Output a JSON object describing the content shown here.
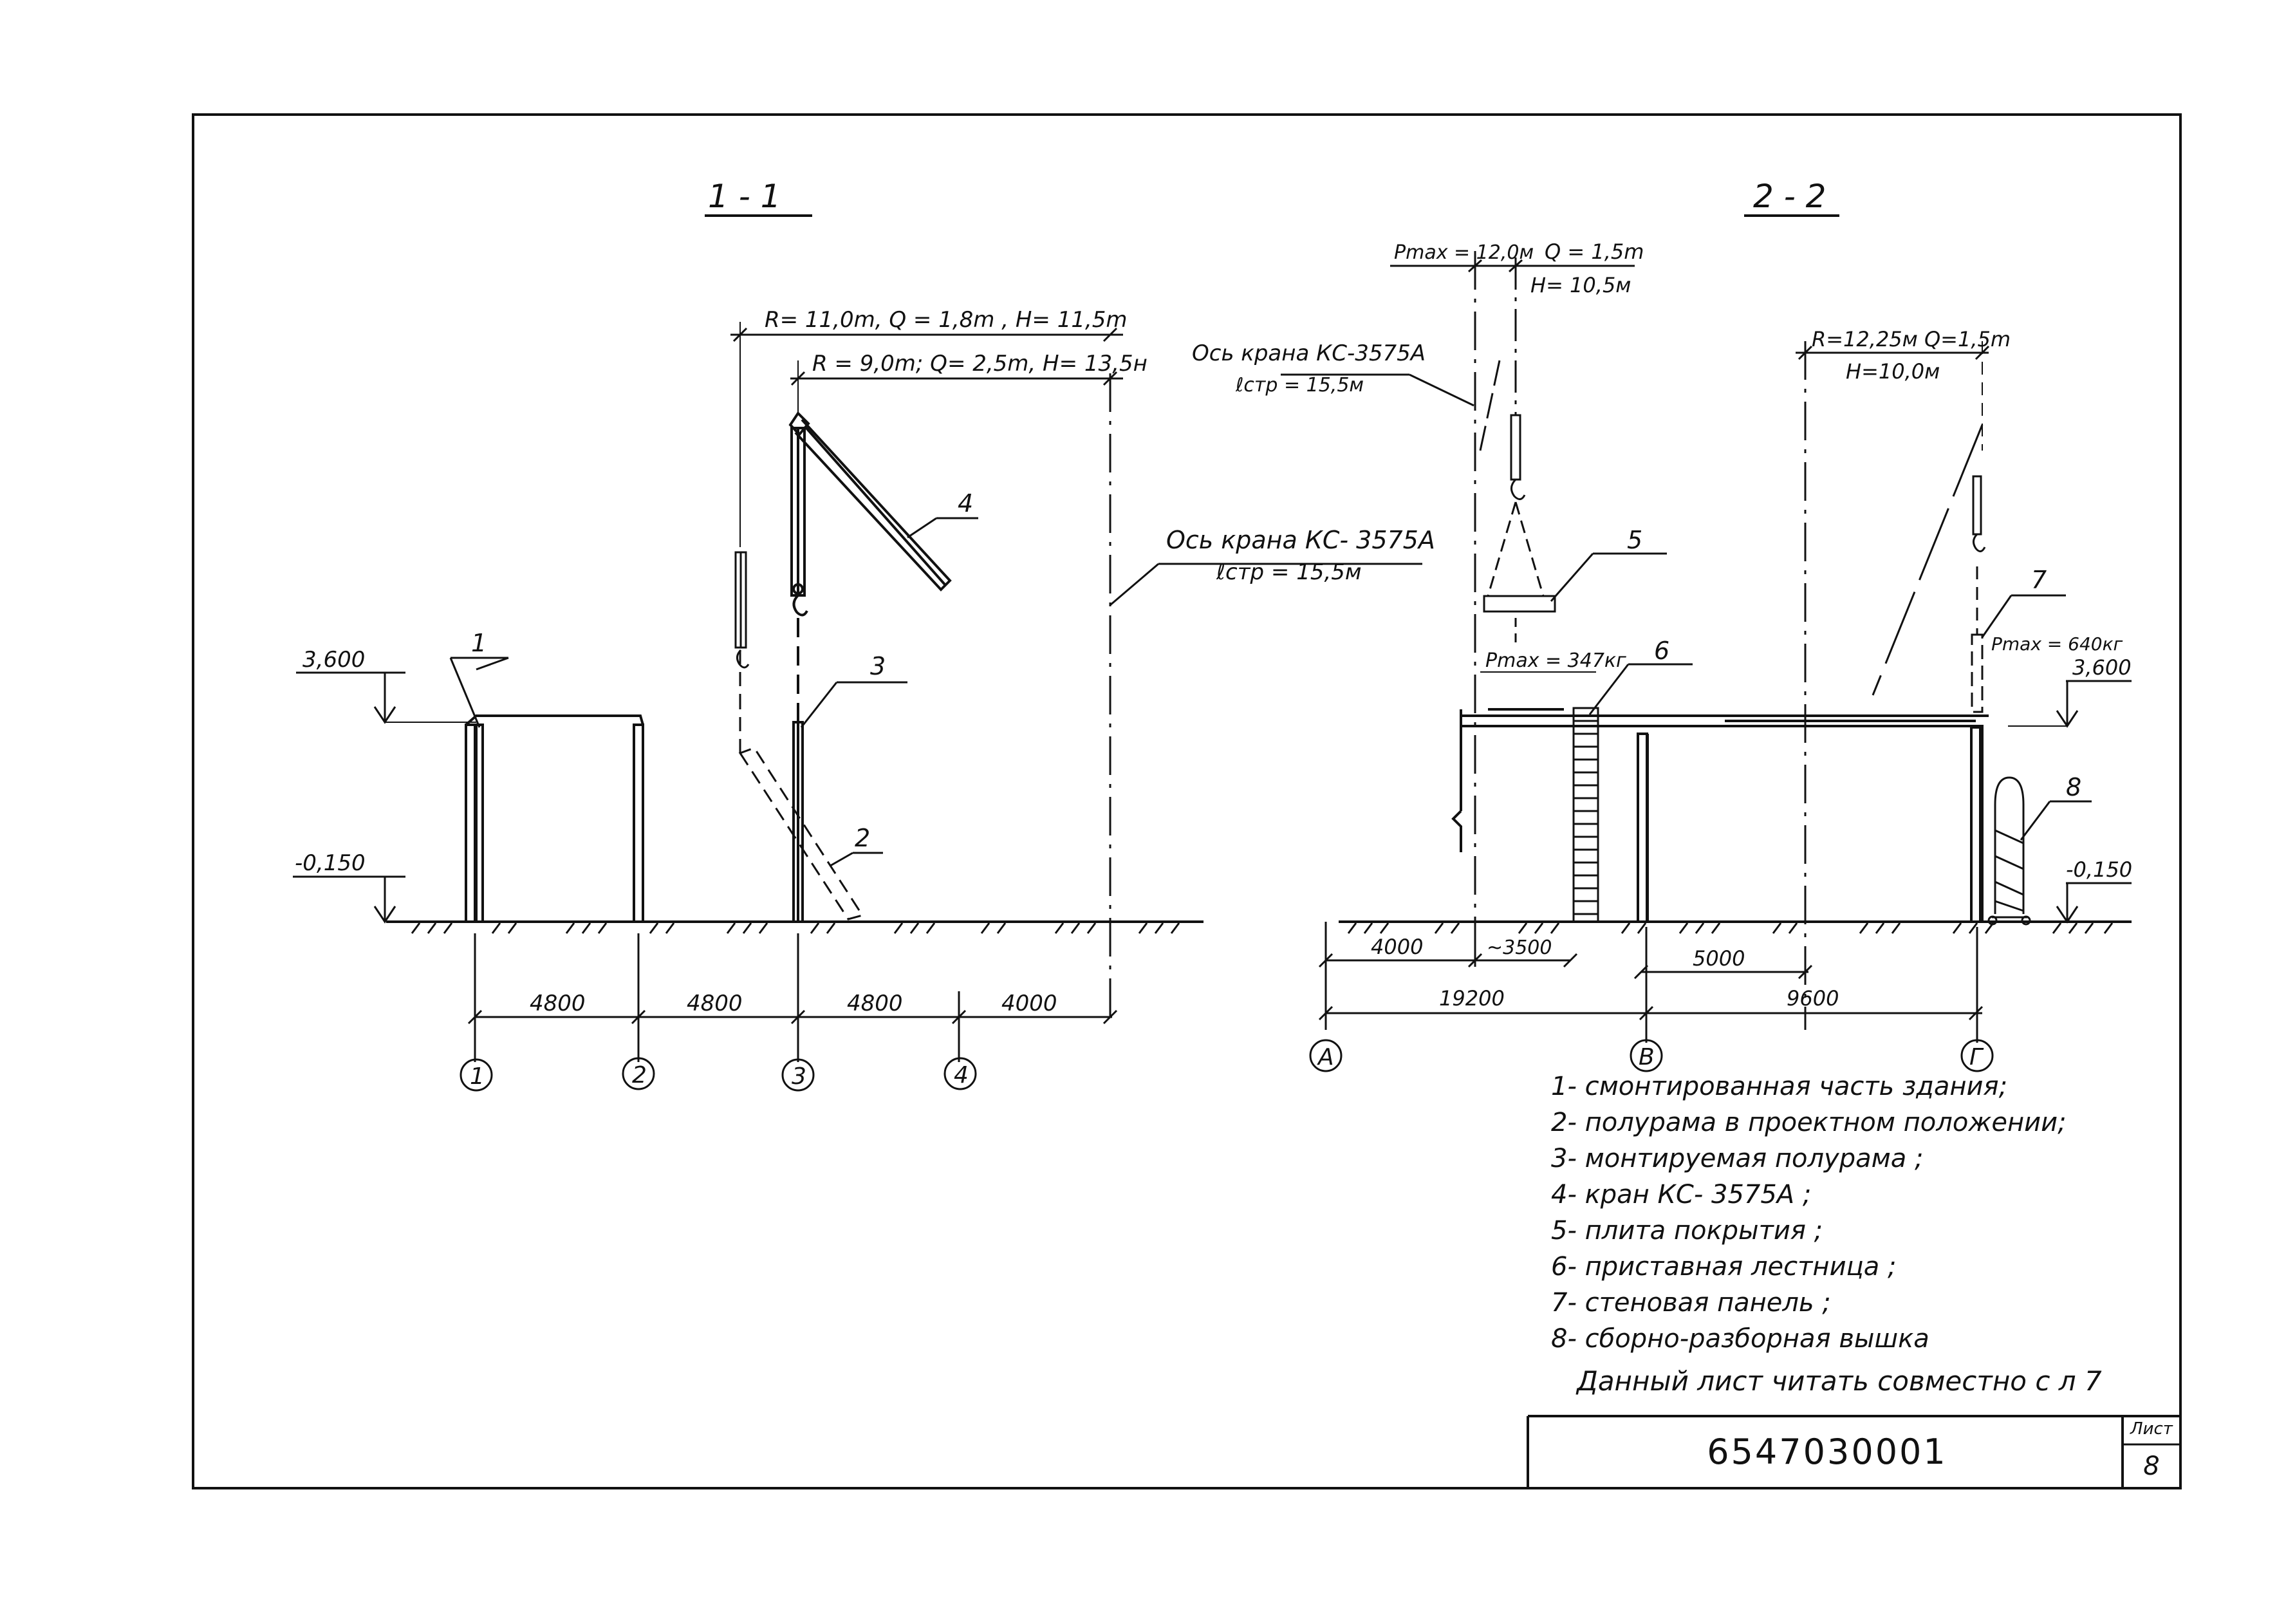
{
  "sections": {
    "left_title": "1 - 1",
    "right_title": "2 - 2"
  },
  "left": {
    "crane_params_1": "R= 11,0m, Q = 1,8m , H= 11,5m",
    "crane_params_2": "R = 9,0m; Q= 2,5m, H= 13,5н",
    "crane_axis_line1": "Ось крана КС- 3575А",
    "crane_axis_line2": "ℓстр = 15,5м",
    "level_top": "3,600",
    "level_bottom": "-0,150",
    "callouts": [
      "1",
      "2",
      "3",
      "4"
    ],
    "dims": [
      "4800",
      "4800",
      "4800",
      "4000"
    ],
    "axes": [
      "1",
      "2",
      "3",
      "4"
    ]
  },
  "right": {
    "pmax_top": "Pmax = 12,0м",
    "q_top": "Q = 1,5m",
    "h_top": "H= 10,5м",
    "crane_axis_line1": "Ось крана КС-3575А",
    "crane_axis_line2": "ℓстр = 15,5м",
    "crane_params_1": "R=12,25м Q=1,5m",
    "crane_params_2": "H=10,0м",
    "pmax_slab": "Pmax = 347кг",
    "pmax_panel": "Pmax = 640кг",
    "level_top": "3,600",
    "level_bottom": "-0,150",
    "callouts": [
      "5",
      "6",
      "7",
      "8"
    ],
    "dims_upper": [
      "4000",
      "~3500",
      "5000"
    ],
    "dims_lower": [
      "19200",
      "9600"
    ],
    "axes": [
      "А",
      "В",
      "Г"
    ]
  },
  "legend": [
    "1- смонтированная часть здания;",
    "2- полурама в проектном положении;",
    "3- монтируемая полурама ;",
    "4- кран КС- 3575А ;",
    "5- плита покрытия ;",
    "6- приставная лестница ;",
    "7- стеновая панель ;",
    "8- сборно-разборная вышка"
  ],
  "note": "Данный лист читать совместно с л 7",
  "stamp": {
    "code": "6547030001",
    "sheet_label": "Лист",
    "sheet_number": "8"
  }
}
